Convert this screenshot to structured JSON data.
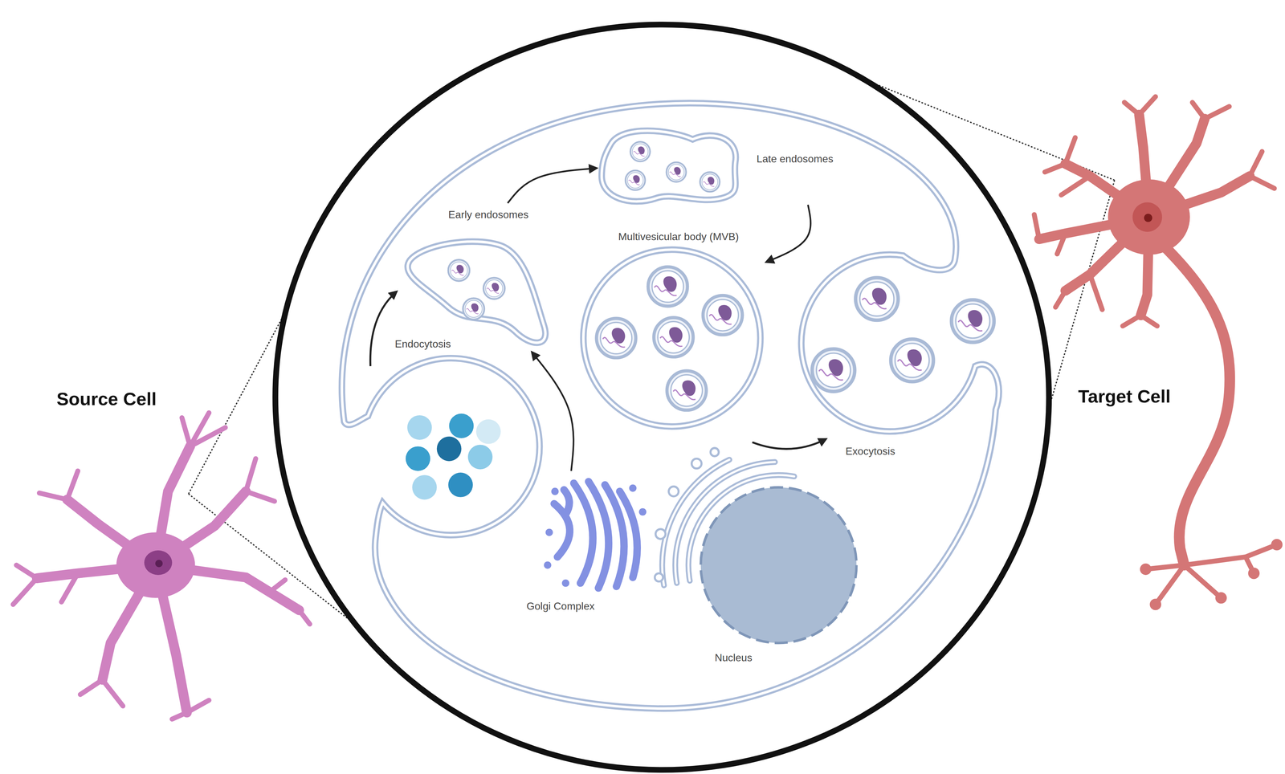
{
  "diagram": {
    "nodes": [
      {
        "text": [
          "Early endosomes"
        ]
      },
      {
        "text": [
          "Late endosomes"
        ]
      },
      {
        "text": [
          "Multivesicular body (MVB)"
        ]
      },
      {
        "text": [
          "Golgi Complex"
        ]
      },
      {
        "text": [
          "Nucleus"
        ]
      }
    ],
    "edges": [
      {
        "from": 0,
        "to": 1,
        "arrow": "to"
      },
      {
        "from": 1,
        "to": 2,
        "arrow": "to"
      },
      {
        "from": 3,
        "to": 0,
        "arrow": "to"
      }
    ],
    "labels": [
      "Source Cell",
      "Target Cell",
      "Endocytosis",
      "Exocytosis"
    ]
  }
}
